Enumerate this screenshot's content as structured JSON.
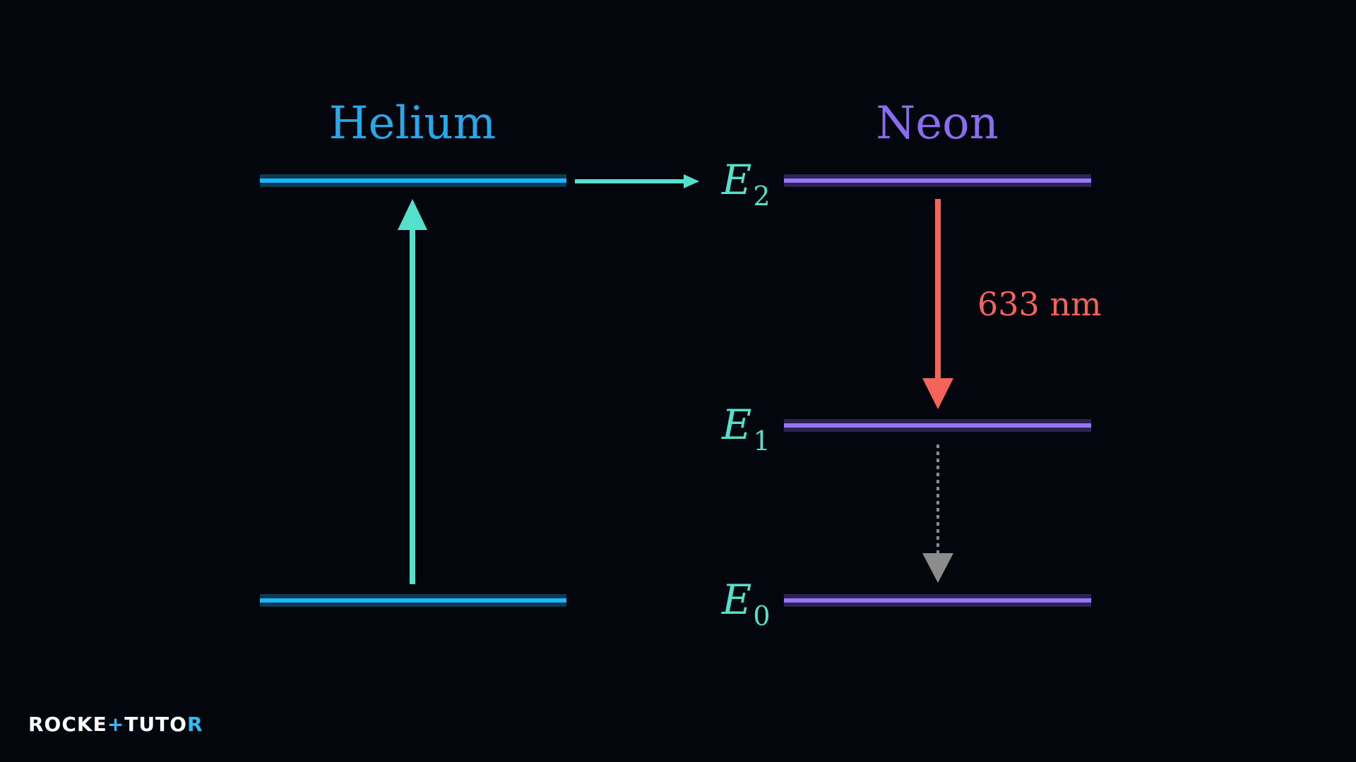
{
  "atoms": {
    "helium": {
      "label": "Helium",
      "color": "#29a8e8"
    },
    "neon": {
      "label": "Neon",
      "color": "#8b6cf0"
    }
  },
  "levels": {
    "e2": {
      "symbol": "E",
      "subscript": "2"
    },
    "e1": {
      "symbol": "E",
      "subscript": "1"
    },
    "e0": {
      "symbol": "E",
      "subscript": "0"
    }
  },
  "transitions": {
    "emission": {
      "label": "633 nm",
      "color": "#f4645a"
    },
    "excitation_color": "#55e0cb",
    "transfer_color": "#55e0cb",
    "decay_color": "#8c8c8c"
  },
  "logo": {
    "part1": "ROCKE",
    "plus": "+",
    "part2": "TUTO",
    "part3": "R"
  }
}
